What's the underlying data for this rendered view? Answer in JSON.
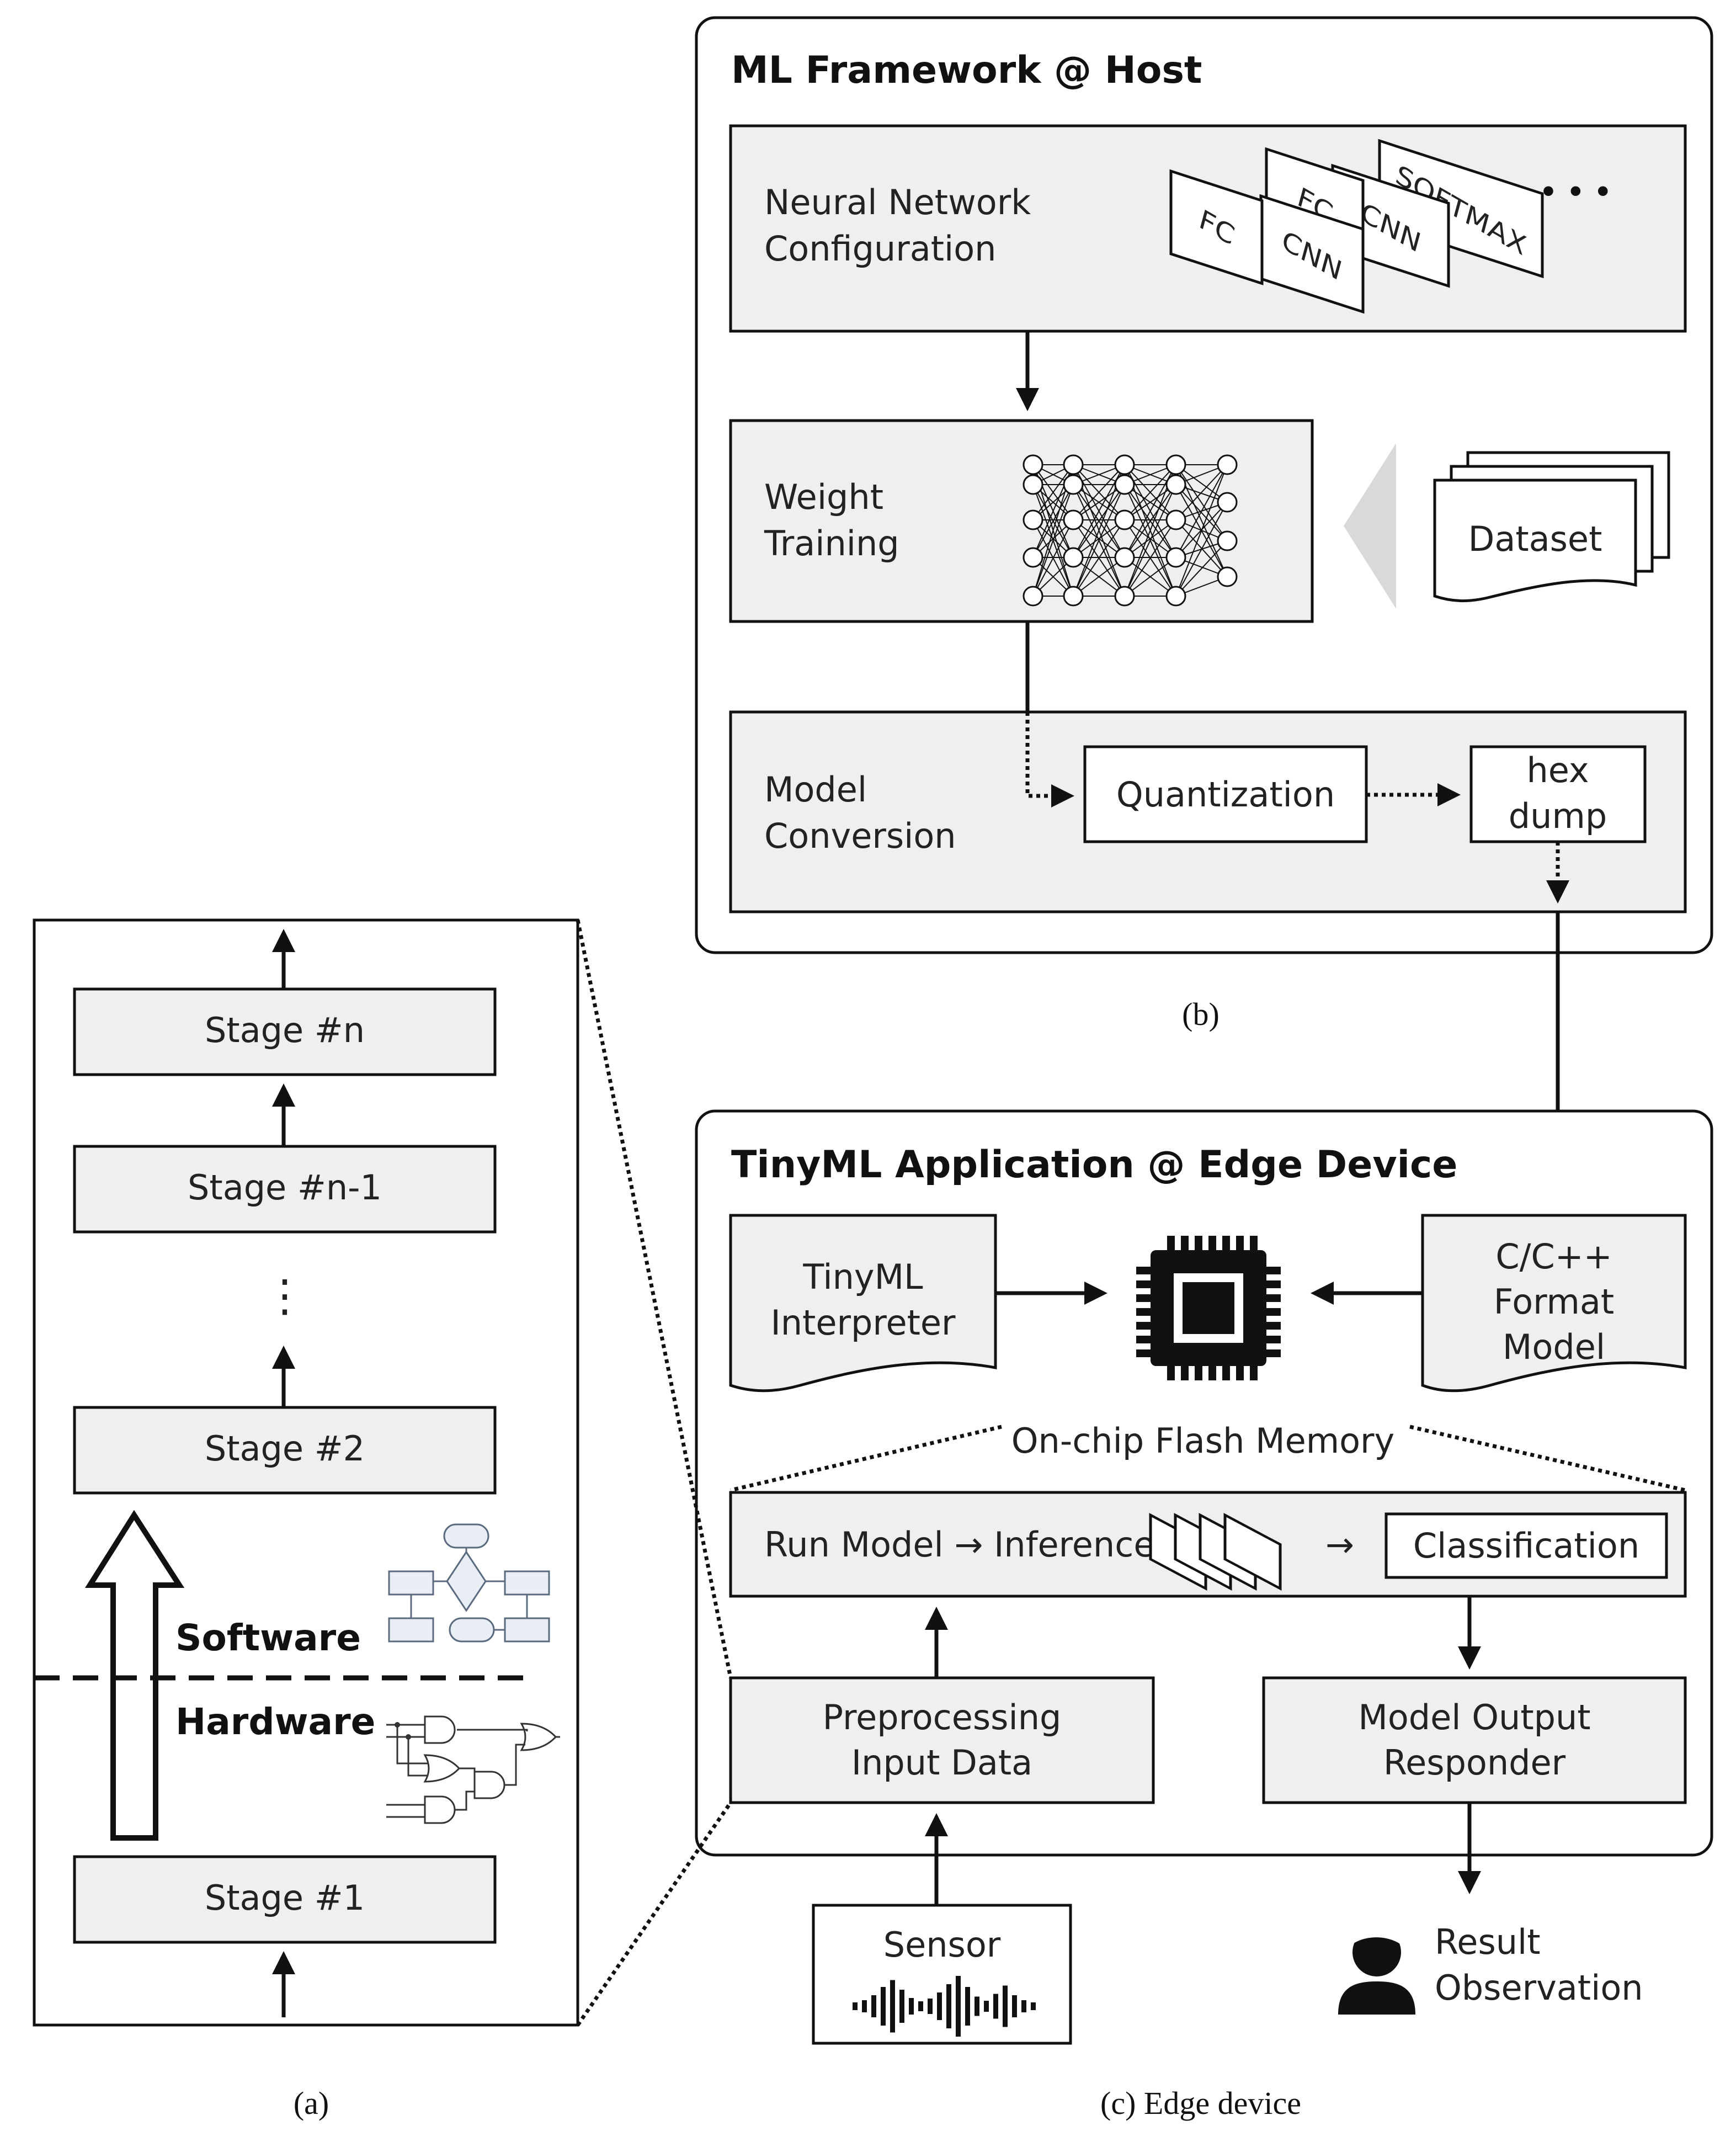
{
  "panel_b": {
    "title": "ML Framework @ Host",
    "caption": "(b)",
    "neural_network_config": {
      "line1": "Neural Network",
      "line2": "Configuration"
    },
    "layer_cards": [
      "FC",
      "CNN",
      "FC",
      "CNN",
      "SOFTMAX"
    ],
    "ellipsis": "• • •",
    "weight_training": {
      "line1": "Weight",
      "line2": "Training"
    },
    "dataset": "Dataset",
    "model_conversion": {
      "line1": "Model",
      "line2": "Conversion"
    },
    "quantization": "Quantization",
    "hex_dump": {
      "line1": "hex",
      "line2": "dump"
    }
  },
  "panel_c": {
    "title": "TinyML Application @ Edge Device",
    "caption": "(c) Edge device",
    "interpreter": {
      "line1": "TinyML",
      "line2": "Interpreter"
    },
    "format_model": {
      "line1": "C/C++",
      "line2": "Format",
      "line3": "Model"
    },
    "flash_memory": "On-chip Flash Memory",
    "run_model": "Run Model → Inference",
    "arrow_glyph": "→",
    "classification": "Classification",
    "preprocessing": {
      "line1": "Preprocessing",
      "line2": "Input Data"
    },
    "responder": {
      "line1": "Model Output",
      "line2": "Responder"
    },
    "sensor": "Sensor",
    "result": {
      "line1": "Result",
      "line2": "Observation"
    }
  },
  "panel_a": {
    "caption": "(a)",
    "stages": [
      "Stage #n",
      "Stage #n-1",
      "Stage #2",
      "Stage #1"
    ],
    "vdots": "⋮",
    "software": "Software",
    "hardware": "Hardware"
  },
  "icons": [
    "neural-network-icon",
    "chip-icon",
    "flowchart-icon",
    "logic-gates-icon",
    "waveform-icon",
    "person-icon"
  ]
}
